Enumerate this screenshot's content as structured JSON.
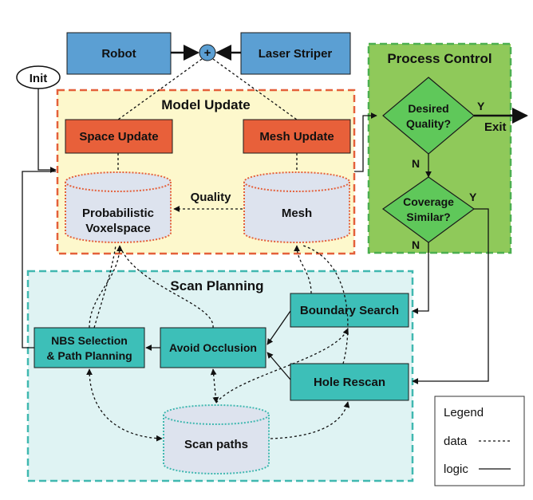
{
  "colors": {
    "robot_box": "#5b9fd3",
    "update_box": "#e8603a",
    "model_update_bg": "#fdf8cc",
    "model_update_border": "#e4603a",
    "process_bg": "#8fc95a",
    "process_border": "#4caf50",
    "decision": "#5fc85a",
    "scan_bg": "#dff3f3",
    "scan_border": "#40b8b0",
    "scan_box": "#3dbfb8",
    "db_fill": "#dde3ee"
  },
  "inputs": {
    "robot": "Robot",
    "laser_striper": "Laser Striper",
    "combiner": "+",
    "init": "Init"
  },
  "model_update": {
    "title": "Model Update",
    "space_update": "Space Update",
    "mesh_update": "Mesh Update",
    "voxelspace_line1": "Probabilistic",
    "voxelspace_line2": "Voxelspace",
    "mesh_db": "Mesh",
    "quality_label": "Quality"
  },
  "process_control": {
    "title": "Process Control",
    "desired_line1": "Desired",
    "desired_line2": "Quality?",
    "coverage_line1": "Coverage",
    "coverage_line2": "Similar?",
    "yes1": "Y",
    "exit": "Exit",
    "no1": "N",
    "yes2": "Y",
    "no2": "N"
  },
  "scan_planning": {
    "title": "Scan Planning",
    "nbs_line1": "NBS Selection",
    "nbs_line2": "& Path Planning",
    "avoid_occlusion": "Avoid Occlusion",
    "boundary_search": "Boundary Search",
    "hole_rescan": "Hole Rescan",
    "scan_paths": "Scan paths"
  },
  "legend": {
    "title": "Legend",
    "data": "data",
    "logic": "logic"
  }
}
